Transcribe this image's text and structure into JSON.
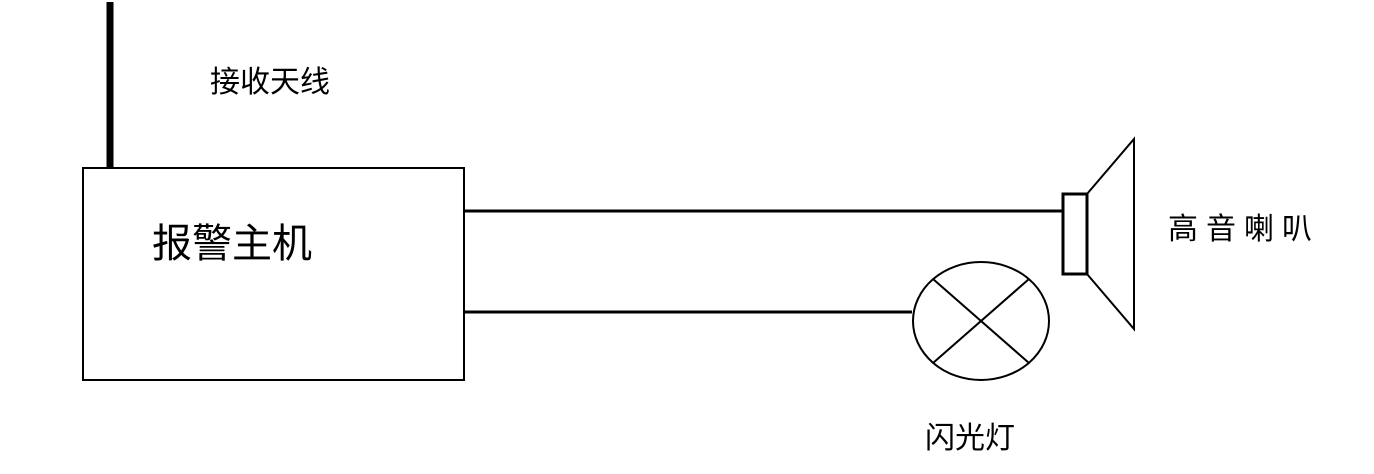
{
  "labels": {
    "antenna": "接收天线",
    "host": "报警主机",
    "horn": "高音喇叭",
    "lamp": "闪光灯"
  },
  "colors": {
    "stroke": "#000000",
    "background": "#ffffff"
  }
}
